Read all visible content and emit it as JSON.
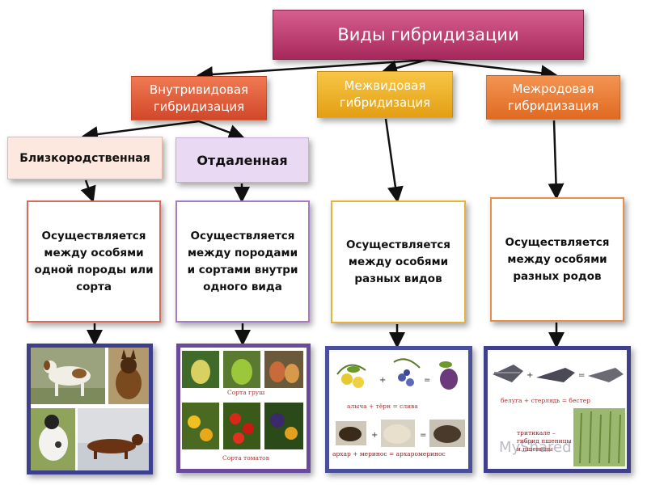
{
  "title": "Виды гибридизации",
  "categories": {
    "intraspecific": "Внутривидовая гибридизация",
    "interspecific": "Межвидовая гибридизация",
    "intergeneric": "Межродовая гибридизация"
  },
  "subcategories": {
    "close": "Близкородственная",
    "distant": "Отдаленная"
  },
  "descriptions": {
    "close": "Осуществляется между особями одной породы или сорта",
    "distant": "Осуществляется между породами и сортами внутри одного вида",
    "interspecific": "Осуществляется между особями разных видов",
    "intergeneric": "Осуществляется между особями разных родов"
  },
  "photo_captions": {
    "pears": "Сорта груш",
    "tomatoes": "Сорта томатов",
    "plum": "алыча + тёрн = слива",
    "argali": "архар + меринос = архаромеринос",
    "bester": "белуга + стерлядь = бестер",
    "triticale_1": "тритикале –",
    "triticale_2": "гибрид пшеницы",
    "triticale_3": "и пшеницы"
  },
  "watermark": "MyShared",
  "colors": {
    "title": "#a7285b",
    "intraspecific": "#d2472a",
    "interspecific": "#e39f15",
    "intergeneric": "#e06a22",
    "close_fill": "#fde8df",
    "distant_fill": "#ead9f2"
  }
}
